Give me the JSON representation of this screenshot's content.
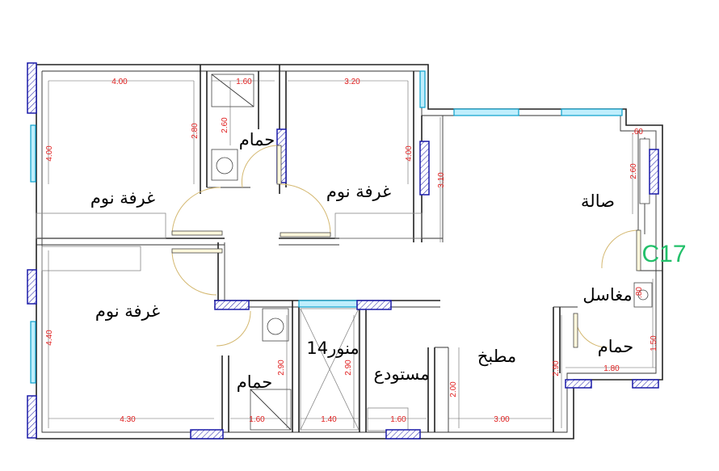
{
  "plan_code": "C17",
  "rooms": {
    "bedroom_1": "غرفة نوم",
    "bedroom_2": "غرفة نوم",
    "bedroom_3": "غرفة نوم",
    "bath_top": "حمام",
    "bath_lower": "حمام",
    "bath_right": "حمام",
    "light_well": "منور14",
    "storage": "مستودع",
    "kitchen": "مطبخ",
    "salon": "صالة",
    "washbasins": "مغاسل"
  },
  "dimensions": {
    "d0": "4.00",
    "d1": "1.60",
    "d2": "3.20",
    "d3": "4.00",
    "d4": "2.80",
    "d5": "2.60",
    "d6": "4.00",
    "d7": "3.10",
    "d8": ".60",
    "d9": "2.60",
    "d10": "4.40",
    "d11": "4.30",
    "d12": "1.60",
    "d13": "1.40",
    "d14": "1.60",
    "d15": "3.00",
    "d16": "2.90",
    "d17": "2.90",
    "d18": "2.00",
    "d19": "2.90",
    "d20": "1.80",
    "d21": "1.50",
    "d22": ".80"
  },
  "colors": {
    "dimension_text": "#e02020",
    "plan_code": "#22c06a",
    "window_frame": "#1a1aa8",
    "glazing": "#bfeefc"
  }
}
